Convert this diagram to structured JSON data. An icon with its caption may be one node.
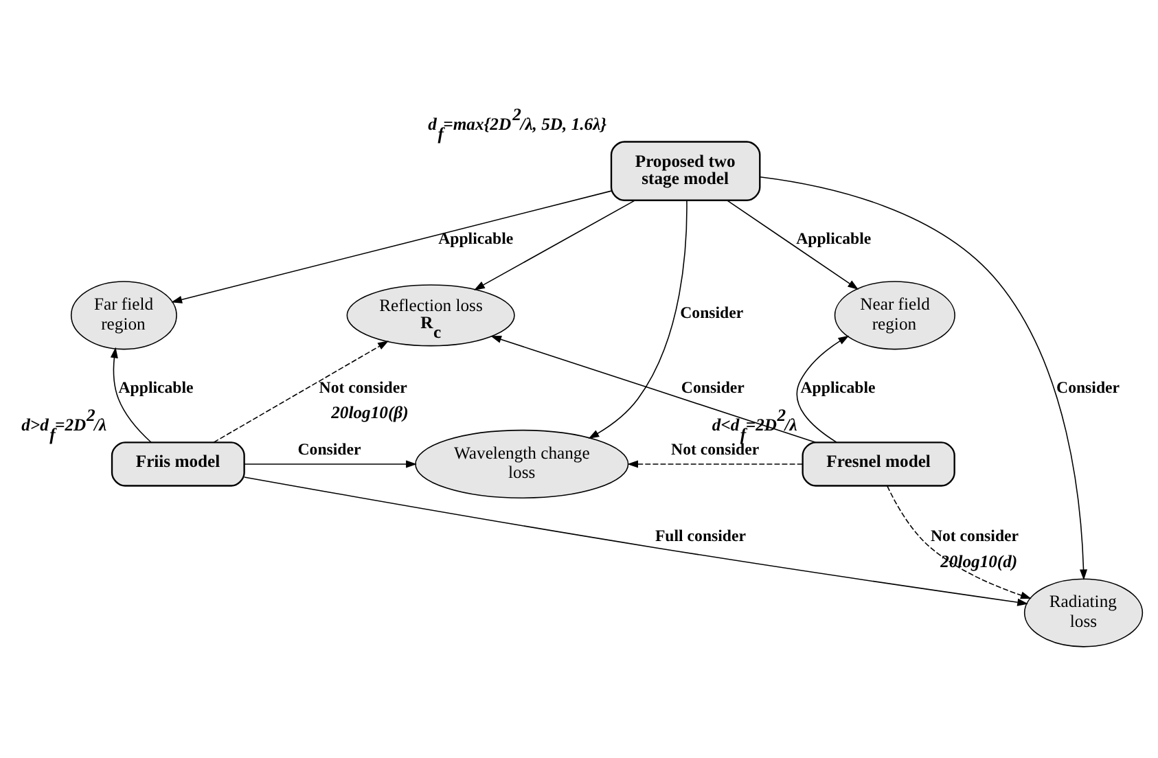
{
  "diagram": {
    "nodes": [
      {
        "text": [
          "Proposed two stage model"
        ],
        "beside": [
          "d$_{f}$=max{2D$^{2}$/λ, 5D, 1.6λ}"
        ]
      },
      {
        "text": [
          "Far field region"
        ]
      },
      {
        "text": [
          "Reflection loss **R$_{c}$**"
        ]
      },
      {
        "text": [
          "Near field region"
        ]
      },
      {
        "text": [
          "Friis model"
        ],
        "beside": [
          "d>d$_{f}$=2D$^{2}$/λ"
        ]
      },
      {
        "text": [
          "Wavelength change loss"
        ],
        "beside": [
          "20log10(β)"
        ]
      },
      {
        "text": [
          "Fresnel model"
        ],
        "beside": [
          "d<d$_{f}$=2D$^{2}$/λ"
        ]
      },
      {
        "text": [
          "Radiating loss"
        ],
        "beside": [
          "20log10(d)"
        ]
      }
    ],
    "edges": [
      {
        "from": 0,
        "to": 1,
        "arrow": "to",
        "label": "Applicable"
      },
      {
        "from": 0,
        "to": 2,
        "arrow": "to"
      },
      {
        "from": 0,
        "to": 7,
        "arrow": "to",
        "label": "Consider"
      },
      {
        "from": 0,
        "to": 5,
        "arrow": "to",
        "label": "Consider"
      },
      {
        "from": 0,
        "to": 3,
        "arrow": "to",
        "label": "Applicable"
      },
      {
        "from": 4,
        "to": 1,
        "arrow": "to",
        "label": "Applicable"
      },
      {
        "from": 4,
        "to": 2,
        "arrow": "to",
        "label": "Not consider",
        "style": "dashed"
      },
      {
        "from": 4,
        "to": 5,
        "arrow": "to",
        "label": "Consider"
      },
      {
        "from": 4,
        "to": 7,
        "arrow": "to",
        "label": "Full consider"
      },
      {
        "from": 6,
        "to": 3,
        "arrow": "to",
        "label": "Applicable"
      },
      {
        "from": 6,
        "to": 2,
        "arrow": "to",
        "label": "Consider"
      },
      {
        "from": 6,
        "to": 5,
        "arrow": "to",
        "label": "Not consider",
        "style": "dashed"
      },
      {
        "from": 6,
        "to": 7,
        "arrow": "to",
        "label": "Not consider",
        "style": "dashed"
      }
    ]
  }
}
